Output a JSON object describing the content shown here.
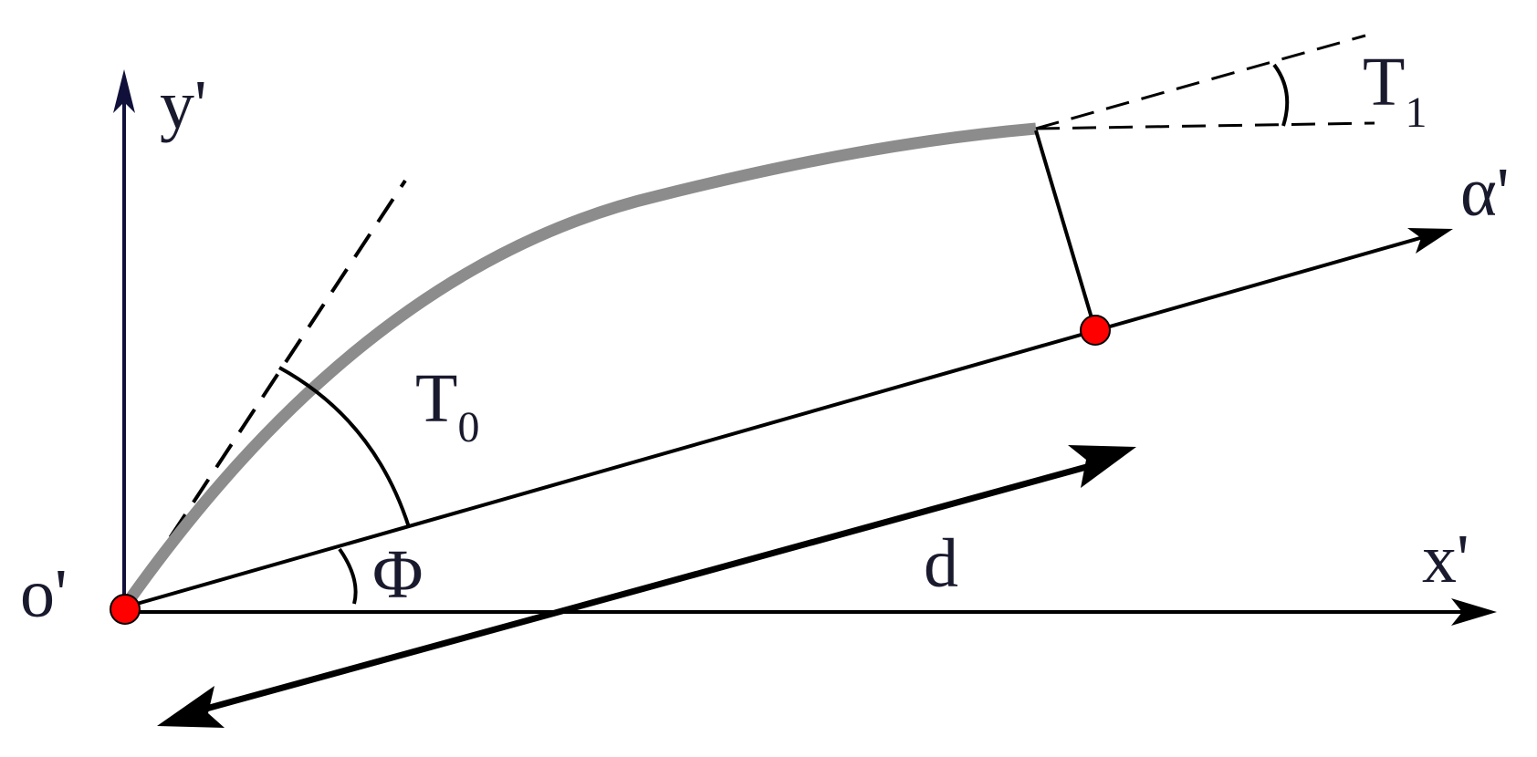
{
  "diagram": {
    "labels": {
      "origin": "o'",
      "y_axis": "y'",
      "x_axis": "x'",
      "alpha_axis": "α'",
      "phi": "Φ",
      "t0_main": "T",
      "t0_sub": "0",
      "t1_main": "T",
      "t1_sub": "1",
      "distance": "d"
    },
    "colors": {
      "axis_y": "#10103a",
      "lines": "#000000",
      "curve": "#8c8c8c",
      "points": "#ff0000"
    }
  }
}
